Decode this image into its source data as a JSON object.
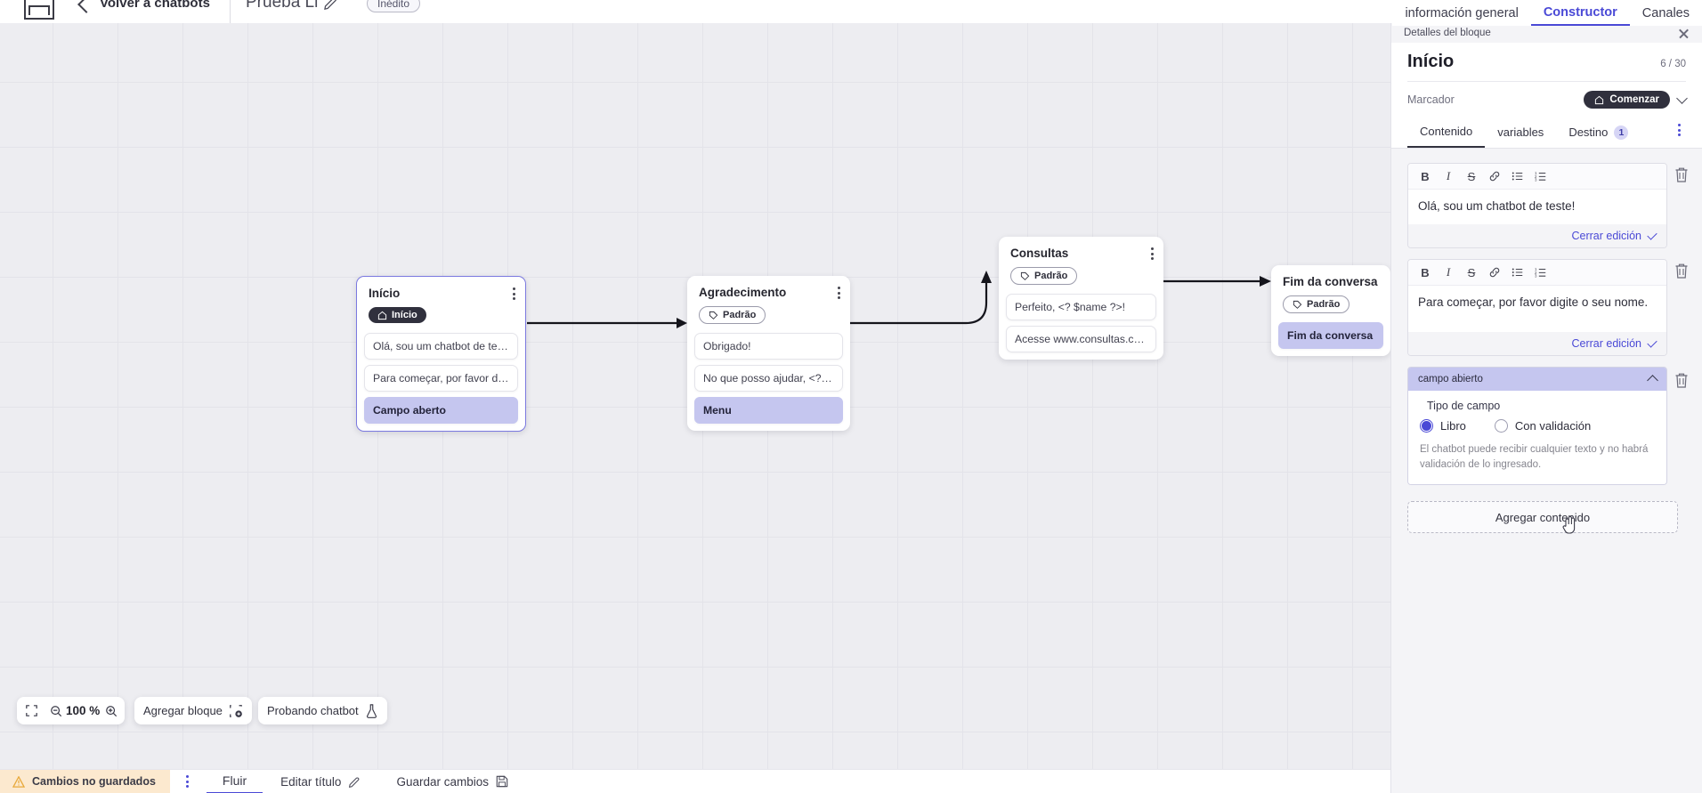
{
  "topbar": {
    "logo_icon": "app-logo-icon",
    "back_icon": "chevron-left-icon",
    "back_label": "Volver a chatbots",
    "bot_name": "Prueba Li",
    "edit_icon": "pencil-icon",
    "status_badge": "Inédito"
  },
  "header_tabs": [
    {
      "label": "información general",
      "active": false
    },
    {
      "label": "Constructor",
      "active": true
    },
    {
      "label": "Canales",
      "active": false
    }
  ],
  "canvas": {
    "nodes": [
      {
        "title": "Início",
        "chip_label": "Início",
        "chip_icon": "home-icon",
        "chip_style": "dark",
        "selected": true,
        "menu_icon": "kebab-menu-icon",
        "messages": [
          {
            "text": "Olá, sou um chatbot de teste!",
            "highlight": false
          },
          {
            "text": "Para começar, por favor digite o ...",
            "highlight": false
          },
          {
            "text": "Campo aberto",
            "highlight": true
          }
        ]
      },
      {
        "title": "Agradecimento",
        "chip_label": "Padrão",
        "chip_icon": "tag-icon",
        "chip_style": "outline",
        "selected": false,
        "menu_icon": "kebab-menu-icon",
        "messages": [
          {
            "text": "Obrigado!",
            "highlight": false
          },
          {
            "text": "No que posso ajudar, <? $name ...",
            "highlight": false
          },
          {
            "text": "Menu",
            "highlight": true
          }
        ]
      },
      {
        "title": "Consultas",
        "chip_label": "Padrão",
        "chip_icon": "tag-icon",
        "chip_style": "outline",
        "selected": false,
        "menu_icon": "kebab-menu-icon",
        "messages": [
          {
            "text": "Perfeito, <? $name ?>!",
            "highlight": false
          },
          {
            "text": "Acesse www.consultas.com par...",
            "highlight": false
          }
        ]
      },
      {
        "title": "Fim da conversa",
        "chip_label": "Padrão",
        "chip_icon": "tag-icon",
        "chip_style": "outline",
        "selected": false,
        "menu_icon": "",
        "messages": [
          {
            "text": "Fim da conversa",
            "highlight": true
          }
        ]
      }
    ]
  },
  "toolbar": {
    "fit_icon": "fit-screen-icon",
    "zoom_out_icon": "zoom-out-icon",
    "zoom_level": "100 %",
    "zoom_in_icon": "zoom-in-icon",
    "add_block_label": "Agregar bloque",
    "add_block_icon": "add-block-icon",
    "test_label": "Probando chatbot",
    "test_icon": "flask-icon"
  },
  "statusbar": {
    "warning_icon": "warning-triangle-icon",
    "unsaved_label": "Cambios no guardados",
    "more_icon": "kebab-menu-icon",
    "tab_flow": "Fluir",
    "edit_title_label": "Editar título",
    "edit_title_icon": "pencil-icon",
    "save_label": "Guardar cambios",
    "save_icon": "floppy-disk-icon"
  },
  "panel": {
    "header_label": "Detalles del bloque",
    "close_icon": "close-icon",
    "title": "Início",
    "count": "6 / 30",
    "marker_label": "Marcador",
    "marker_pill": "Comenzar",
    "marker_pill_icon": "home-icon",
    "marker_caret_icon": "chevron-down-icon",
    "tabs": [
      {
        "label": "Contenido",
        "active": true,
        "badge": ""
      },
      {
        "label": "variables",
        "active": false,
        "badge": ""
      },
      {
        "label": "Destino",
        "active": false,
        "badge": "1"
      }
    ],
    "tabs_more_icon": "kebab-menu-icon",
    "editor_toolbar": [
      {
        "icon": "bold-icon",
        "glyph": "B"
      },
      {
        "icon": "italic-icon",
        "glyph": "I"
      },
      {
        "icon": "strikethrough-icon",
        "glyph": "S"
      },
      {
        "icon": "link-icon",
        "glyph": "🔗"
      },
      {
        "icon": "bullet-list-icon",
        "glyph": "≔"
      },
      {
        "icon": "numbered-list-icon",
        "glyph": "≔"
      }
    ],
    "blocks": [
      {
        "text": "Olá, sou um chatbot de teste!",
        "close_label": "Cerrar edición",
        "delete_icon": "trash-icon"
      },
      {
        "text": "Para começar, por favor digite o seu nome.",
        "close_label": "Cerrar edición",
        "delete_icon": "trash-icon"
      }
    ],
    "field": {
      "header_label": "campo abierto",
      "collapse_icon": "chevron-up-icon",
      "delete_icon": "trash-icon",
      "type_label": "Tipo de campo",
      "options": [
        {
          "label": "Libro",
          "selected": true
        },
        {
          "label": "Con validación",
          "selected": false
        }
      ],
      "help_text": "El chatbot puede recibir cualquier texto y no habrá validación de lo ingresado."
    },
    "add_content_label": "Agregar contenido",
    "cursor_icon": "pointer-hand-cursor-icon"
  },
  "colors": {
    "accent": "#4a49d6",
    "highlight": "#c5c6ef",
    "warning_bg": "#fce9cf",
    "dark_chip": "#30303d"
  }
}
